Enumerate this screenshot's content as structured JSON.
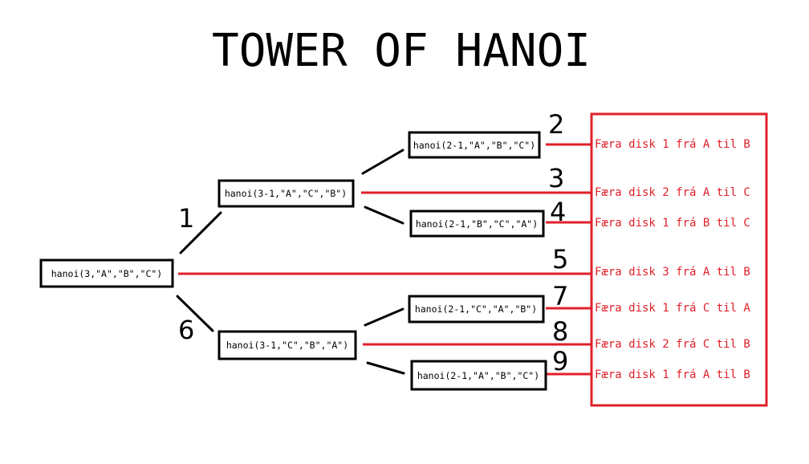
{
  "title": "TOWER OF HANOI",
  "colors": {
    "ink": "#000000",
    "accent": "#e0202a",
    "background": "#ffffff"
  },
  "nodes": {
    "root": "hanoi(3,\"A\",\"B\",\"C\")",
    "upper_mid": "hanoi(3-1,\"A\",\"C\",\"B\")",
    "lower_mid": "hanoi(3-1,\"C\",\"B\",\"A\")",
    "leaf_1": "hanoi(2-1,\"A\",\"B\",\"C\")",
    "leaf_2": "hanoi(2-1,\"B\",\"C\",\"A\")",
    "leaf_3": "hanoi(2-1,\"C\",\"A\",\"B\")",
    "leaf_4": "hanoi(2-1,\"A\",\"B\",\"C\")"
  },
  "step_numbers": [
    "1",
    "2",
    "3",
    "4",
    "5",
    "6",
    "7",
    "8",
    "9"
  ],
  "moves": [
    "Færa disk 1 frá A til B",
    "Færa disk 2 frá A til C",
    "Færa disk 1 frá B til C",
    "Færa disk 3 frá A til B",
    "Færa disk 1 frá C til A",
    "Færa disk 2 frá C til B",
    "Færa disk 1 frá A til B"
  ]
}
